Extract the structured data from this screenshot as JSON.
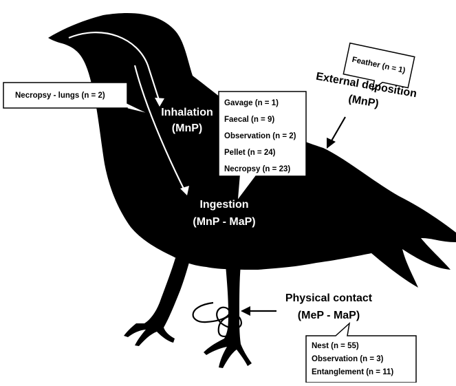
{
  "pathways": {
    "inhalation": {
      "title": "Inhalation",
      "sub": "(MnP)"
    },
    "ingestion": {
      "title": "Ingestion",
      "sub": "(MnP - MaP)"
    },
    "external": {
      "title": "External deposition",
      "sub": "(MnP)"
    },
    "contact": {
      "title": "Physical contact",
      "sub": "(MeP - MaP)"
    }
  },
  "boxes": {
    "lungs": {
      "items": [
        "Necropsy - lungs (n = 2)"
      ]
    },
    "ingestion_methods": {
      "items": [
        "Gavage (n = 1)",
        "Faecal (n = 9)",
        "Observation (n = 2)",
        "Pellet (n = 24)",
        "Necropsy (n = 23)"
      ]
    },
    "feather": {
      "items": [
        "Feather (n = 1)"
      ]
    },
    "contact_methods": {
      "items": [
        "Nest (n = 55)",
        "Observation (n = 3)",
        "Entanglement (n = 11)"
      ]
    }
  },
  "colors": {
    "silhouette": "#000000",
    "background": "#ffffff",
    "label_on_dark": "#ffffff",
    "label_on_light": "#000000"
  }
}
